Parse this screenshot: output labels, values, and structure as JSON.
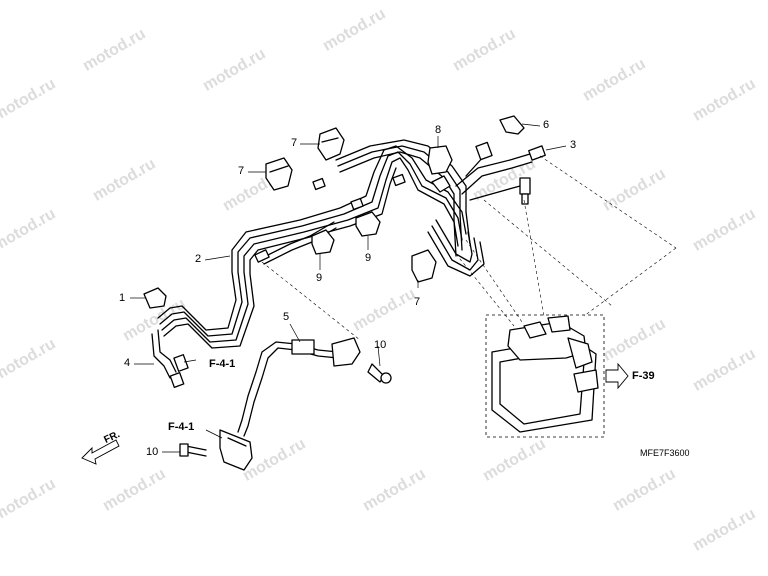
{
  "watermark": "motod.ru",
  "callouts": {
    "c1": "1",
    "c2": "2",
    "c3": "3",
    "c4": "4",
    "c5": "5",
    "c6": "6",
    "c7a": "7",
    "c7b": "7",
    "c7c": "7",
    "c8": "8",
    "c9a": "9",
    "c9b": "9",
    "c10a": "10",
    "c10b": "10"
  },
  "refs": {
    "f41a": "F-4-1",
    "f41b": "F-4-1",
    "f39": "F-39"
  },
  "front_label": "FR.",
  "diagram_code": "MFE7F3600"
}
